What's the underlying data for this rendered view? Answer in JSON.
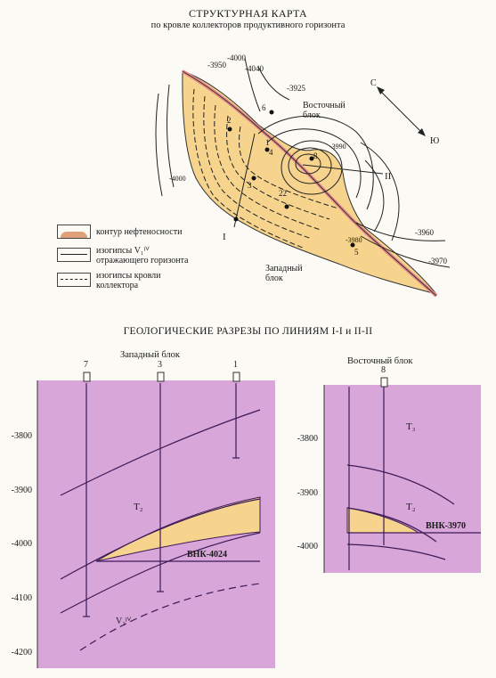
{
  "map": {
    "title": "СТРУКТУРНАЯ КАРТА",
    "subtitle": "по кровле коллекторов продуктивного горизонта",
    "block_east": "Восточный блок",
    "block_west": "Западный блок",
    "line_I": "I",
    "line_II": "II",
    "contour_labels": [
      "-3950",
      "-4000",
      "-4040",
      "-3925",
      "-3960",
      "-3970",
      "-3980",
      "-3990",
      "-4000"
    ],
    "well_labels": [
      "6",
      "2",
      "1",
      "3",
      "4",
      "22",
      "8",
      "5"
    ],
    "north_label": "С",
    "south_label": "Ю",
    "colors": {
      "oil": "#f6d48d",
      "fault": "#e88a8a",
      "line": "#222222"
    }
  },
  "legend": {
    "items": [
      {
        "label": "контур нефтеносности",
        "icon": "oil-contour-swatch-icon"
      },
      {
        "label": "изогипсы V₁ᴵⱽ",
        "label2": "отражающего горизонта",
        "icon": "reflector-isohypse-swatch-icon"
      },
      {
        "label": "изогипсы кровли",
        "label2": "коллектора",
        "icon": "reservoir-isohypse-swatch-icon"
      }
    ]
  },
  "sections": {
    "title": "ГЕОЛОГИЧЕСКИЕ РАЗРЕЗЫ ПО ЛИНИЯМ I-I и II-II",
    "west": {
      "title": "Западный блок",
      "wells": [
        "7",
        "3",
        "1"
      ],
      "y_ticks": [
        "-3800",
        "-3900",
        "-4000",
        "-4100",
        "-4200"
      ],
      "layer_label": "T₂",
      "owc_label": "ВНК-4024",
      "reflector_label": "V₂ᴵⱽ",
      "colors": {
        "rock": "#d8a6d8",
        "oil": "#f6d48d"
      }
    },
    "east": {
      "title": "Восточный блок",
      "wells": [
        "8"
      ],
      "y_ticks": [
        "-3800",
        "-3900",
        "-4000"
      ],
      "layer_top_label": "T₃",
      "layer_label": "T₂",
      "owc_label": "ВНК-3970",
      "colors": {
        "rock": "#d8a6d8",
        "oil": "#f6d48d"
      }
    }
  }
}
